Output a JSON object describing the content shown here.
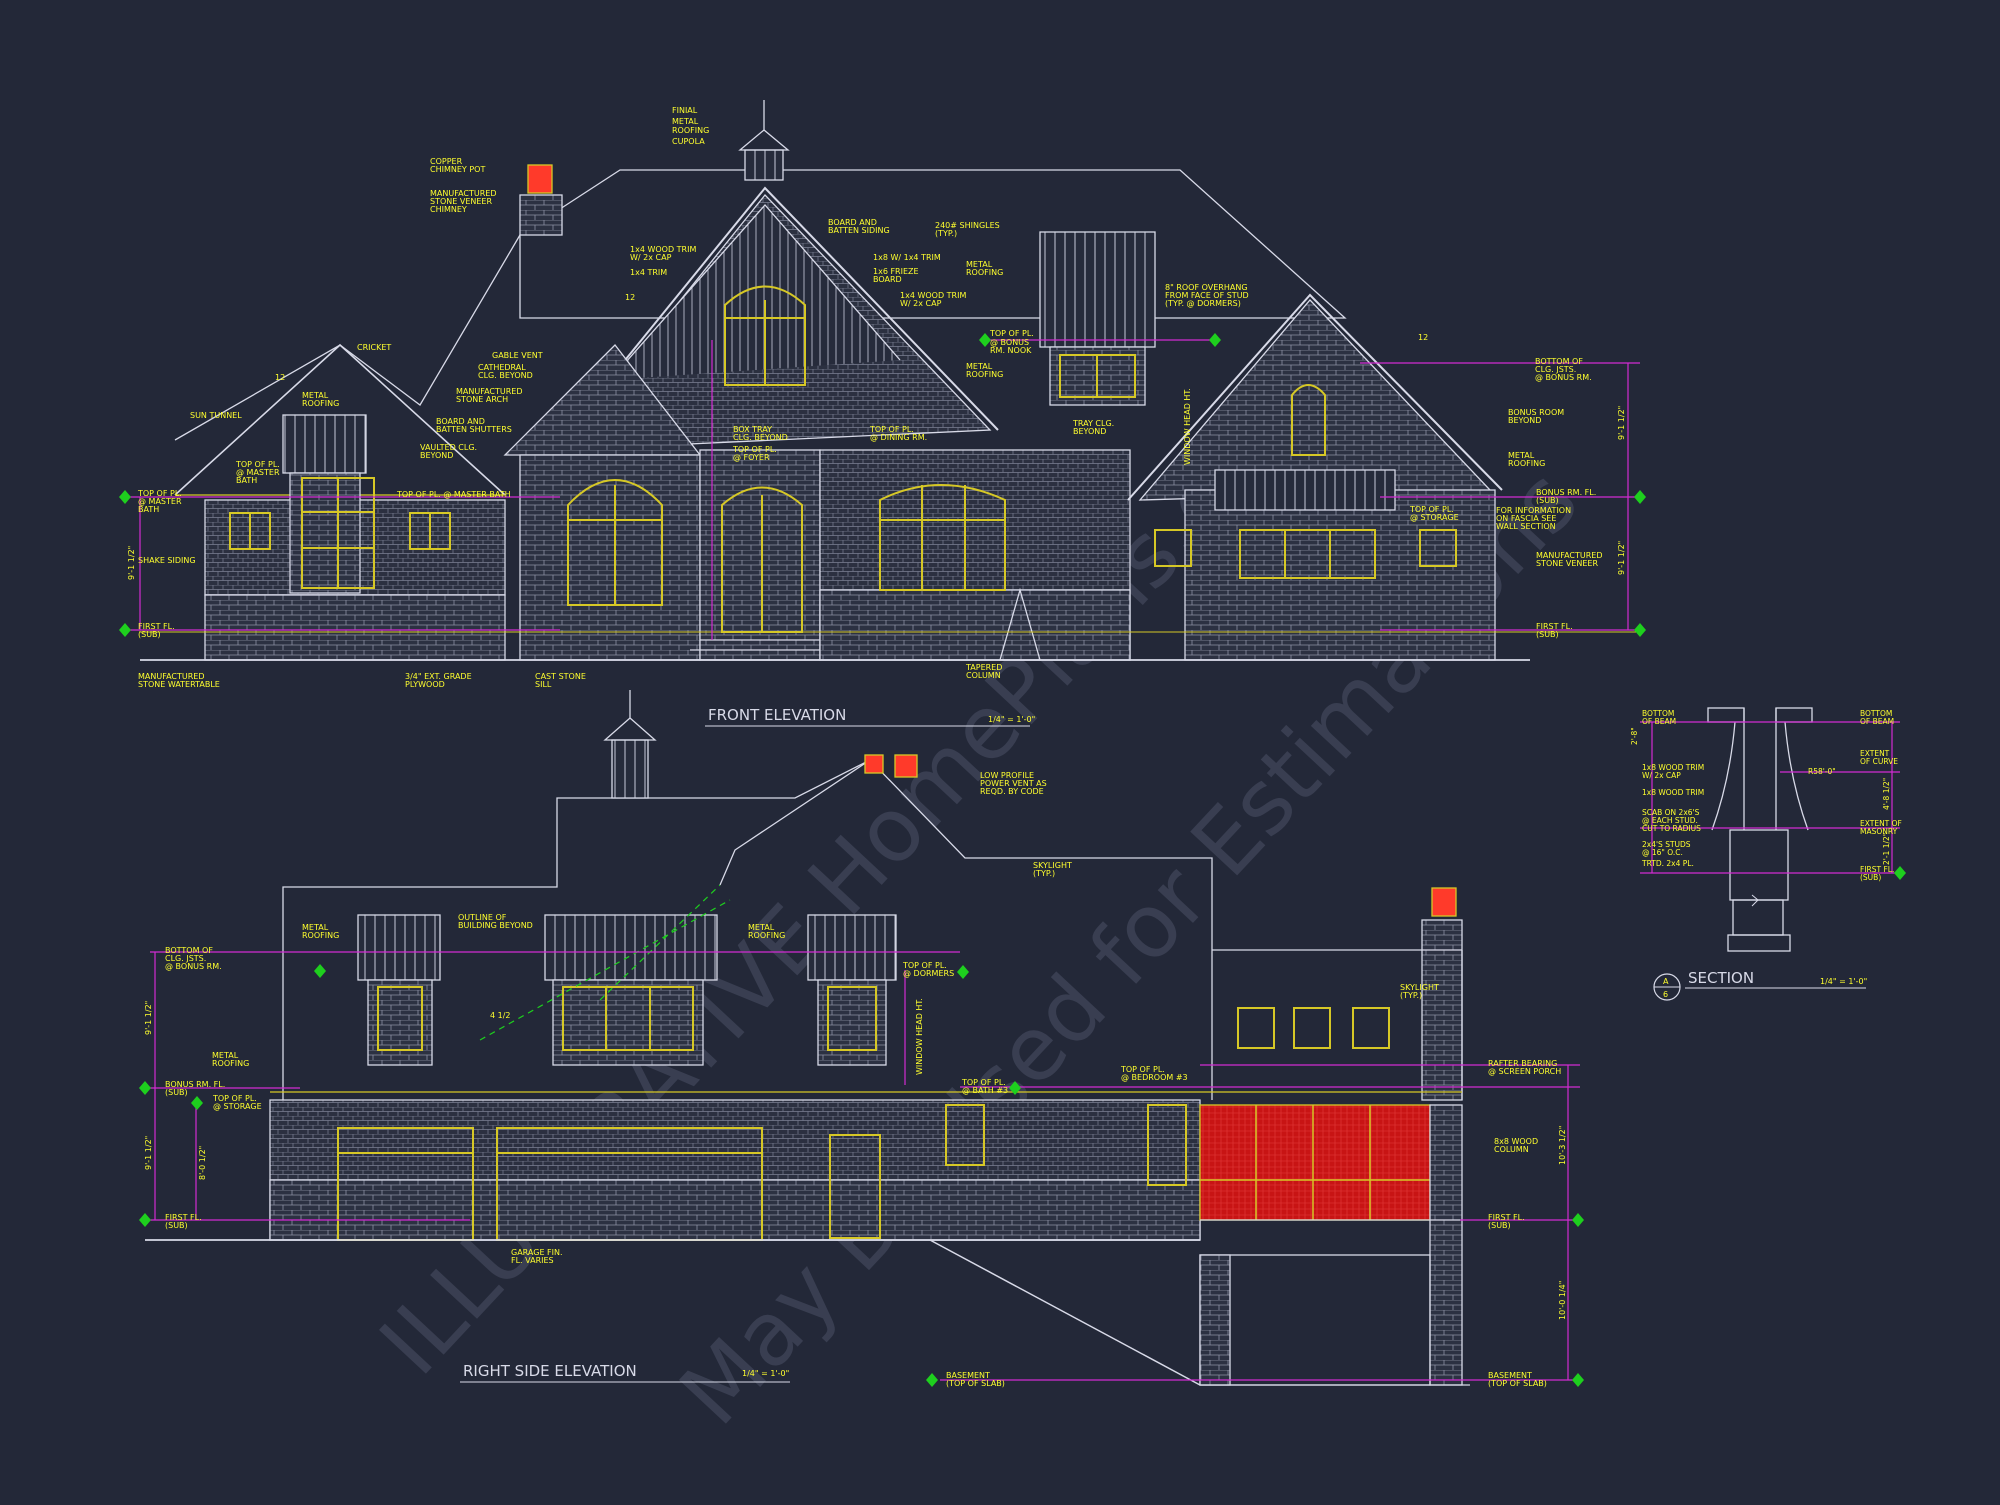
{
  "colors": {
    "background": "#232838",
    "outline": "#d8dae8",
    "annotation": "#ffff2e",
    "dimension": "#d22bd2",
    "marker": "#1ecf1e",
    "window_frame": "#d6c826",
    "chimney_cap": "#ff3a2a",
    "porch_screen": "#d01515",
    "watermark": "#4b5166"
  },
  "views": {
    "front": {
      "title": "FRONT ELEVATION",
      "scale": "1/4\" = 1'-0\""
    },
    "right": {
      "title": "RIGHT SIDE ELEVATION",
      "scale": "1/4\" = 1'-0\""
    },
    "section": {
      "title": "SECTION",
      "scale": "1/4\" = 1'-0\"",
      "bubble_top": "A",
      "bubble_bottom": "6"
    }
  },
  "watermark": {
    "line1": "ILLUSTRATIVE HomePlans.com",
    "line2": "May Be Used for Estimations"
  },
  "front_labels": {
    "finial": "FINIAL",
    "metal_roofing_1": "METAL",
    "metal_roofing_2": "ROOFING",
    "cupola": "CUPOLA",
    "copper_1": "COPPER",
    "copper_2": "CHIMNEY POT",
    "mfd_stone_1": "MANUFACTURED",
    "mfd_stone_2": "STONE VENEER",
    "mfd_stone_3": "CHIMNEY",
    "board_batten_1": "BOARD AND",
    "board_batten_2": "BATTEN SIDING",
    "shingles_1": "240# SHINGLES",
    "shingles_2": "(TYP.)",
    "trim_1x4_1": "1x4 WOOD TRIM",
    "trim_1x4_2": "W/ 2x CAP",
    "trim_1x4": "1x4 TRIM",
    "trim_1x8": "1x8 W/ 1x4 TRIM",
    "frieze_1": "1x6 FRIEZE",
    "frieze_2": "BOARD",
    "wood_trim_1": "1x4 WOOD TRIM",
    "wood_trim_2": "W/ 2x CAP",
    "metal_roof_r1": "METAL",
    "metal_roof_r2": "ROOFING",
    "overhang_1": "8\" ROOF OVERHANG",
    "overhang_2": "FROM FACE OF STUD",
    "overhang_3": "(TYP. @ DORMERS)",
    "top_pl_bonus_1": "TOP OF PL.",
    "top_pl_bonus_2": "@ BONUS",
    "top_pl_bonus_3": "RM. NOOK",
    "bottom_clg_1": "BOTTOM OF",
    "bottom_clg_2": "CLG. JSTS.",
    "bottom_clg_3": "@ BONUS RM.",
    "cricket": "CRICKET",
    "gable_vent": "GABLE VENT",
    "cathedral_1": "CATHEDRAL",
    "cathedral_2": "CLG. BEYOND",
    "mfd_arch_1": "MANUFACTURED",
    "mfd_arch_2": "STONE ARCH",
    "shutters_1": "BOARD AND",
    "shutters_2": "BATTEN SHUTTERS",
    "sun_tunnel": "SUN TUNNEL",
    "metal_roof_l1": "METAL",
    "metal_roof_l2": "ROOFING",
    "vaulted_1": "VAULTED CLG.",
    "vaulted_2": "BEYOND",
    "top_master_1": "TOP OF PL.",
    "top_master_2": "@ MASTER",
    "top_master_3": "BATH",
    "top_master_bath": "TOP OF PL. @ MASTER BATH",
    "box_tray_1": "BOX TRAY",
    "box_tray_2": "CLG. BEYOND",
    "top_foyer_1": "TOP OF PL.",
    "top_foyer_2": "@ FOYER",
    "top_dining_1": "TOP OF PL.",
    "top_dining_2": "@ DINING RM.",
    "tray_clg_1": "TRAY CLG.",
    "tray_clg_2": "BEYOND",
    "bonus_beyond_1": "BONUS ROOM",
    "bonus_beyond_2": "BEYOND",
    "metal_roof_e1": "METAL",
    "metal_roof_e2": "ROOFING",
    "bonus_fl_1": "BONUS RM. FL.",
    "bonus_fl_2": "(SUB)",
    "top_storage_1": "TOP OF PL.",
    "top_storage_2": "@ STORAGE",
    "info_1": "FOR INFORMATION",
    "info_2": "ON FASCIA SEE",
    "info_3": "WALL SECTION",
    "mfd_veneer_1": "MANUFACTURED",
    "mfd_veneer_2": "STONE VENEER",
    "top_master_bath_l1": "TOP OF PL.",
    "top_master_bath_l2": "@ MASTER",
    "top_master_bath_l3": "BATH",
    "shake": "SHAKE SIDING",
    "first_fl_1": "FIRST FL.",
    "first_fl_2": "(SUB)",
    "watertable_1": "MANUFACTURED",
    "watertable_2": "STONE WATERTABLE",
    "plywood_1": "3/4\" EXT. GRADE",
    "plywood_2": "PLYWOOD",
    "sill_1": "CAST STONE",
    "sill_2": "SILL",
    "tapered_1": "TAPERED",
    "tapered_2": "COLUMN",
    "first_fl_r1": "FIRST FL.",
    "first_fl_r2": "(SUB)",
    "dim_left_1": "9'-1 1/2\"",
    "dim_right_1": "9'-1 1/2\"",
    "dim_right_2": "9'-1 1/2\"",
    "window_head": "WINDOW HEAD HT.",
    "pitch_12": "12"
  },
  "right_labels": {
    "low_profile_1": "LOW PROFILE",
    "low_profile_2": "POWER VENT AS",
    "low_profile_3": "REQD. BY CODE",
    "skylight_1": "SKYLIGHT",
    "skylight_2": "(TYP.)",
    "metal_roof_1": "METAL",
    "metal_roof_2": "ROOFING",
    "outline_1": "OUTLINE OF",
    "outline_2": "BUILDING BEYOND",
    "metal_roof_m1": "METAL",
    "metal_roof_m2": "ROOFING",
    "bottom_clg_1": "BOTTOM OF",
    "bottom_clg_2": "CLG. JSTS.",
    "bottom_clg_3": "@ BONUS RM.",
    "top_dormers_1": "TOP OF PL.",
    "top_dormers_2": "@ DORMERS",
    "metal_roof_l1": "METAL",
    "metal_roof_l2": "ROOFING",
    "bonus_fl_1": "BONUS RM. FL.",
    "bonus_fl_2": "(SUB)",
    "top_storage_1": "TOP OF PL.",
    "top_storage_2": "@ STORAGE",
    "top_bath_1": "TOP OF PL.",
    "top_bath_2": "@ BATH #3",
    "top_bedroom_1": "TOP OF PL.",
    "top_bedroom_2": "@ BEDROOM #3",
    "skylight_r1": "SKYLIGHT",
    "skylight_r2": "(TYP.)",
    "rafter_1": "RAFTER BEARING",
    "rafter_2": "@ SCREEN PORCH",
    "column_1": "8x8 WOOD",
    "column_2": "COLUMN",
    "first_fl_1": "FIRST FL.",
    "first_fl_2": "(SUB)",
    "first_fl_r1": "FIRST FL.",
    "first_fl_r2": "(SUB)",
    "garage_1": "GARAGE FIN.",
    "garage_2": "FL. VARIES",
    "basement_1": "BASEMENT",
    "basement_2": "(TOP OF SLAB)",
    "basement_r1": "BASEMENT",
    "basement_r2": "(TOP OF SLAB)",
    "dim_1": "9'-1 1/2\"",
    "dim_2": "9'-1 1/2\"",
    "dim_3": "8'-0 1/2\"",
    "dim_4": "10'-3 1/2\"",
    "dim_5": "10'-0 1/4\"",
    "dim_6": "4 1/2",
    "window_head": "WINDOW HEAD HT."
  },
  "section_labels": {
    "bottom_beam_1": "BOTTOM",
    "bottom_beam_2": "OF BEAM",
    "bottom_beam_r1": "BOTTOM",
    "bottom_beam_r2": "OF BEAM",
    "extent_curve_1": "EXTENT",
    "extent_curve_2": "OF CURVE",
    "r": "R58'-0\"",
    "trim_1": "1x8 WOOD TRIM",
    "trim_2": "W/ 2x CAP",
    "trim_3": "1x8 WOOD TRIM",
    "scab_1": "SCAB ON 2x6'S",
    "scab_2": "@ EACH STUD.",
    "scab_3": "CUT TO RADIUS",
    "studs_1": "2x4'S STUDS",
    "studs_2": "@ 16\" O.C.",
    "trtd": "TRTD. 2x4 PL.",
    "extent_mas_1": "EXTENT OF",
    "extent_mas_2": "MASONRY",
    "first_fl_1": "FIRST FL.",
    "first_fl_2": "(SUB)",
    "d1": "2'-8\"",
    "d2": "4'-8 1/2\"",
    "d3": "2'-1 1/2\""
  }
}
